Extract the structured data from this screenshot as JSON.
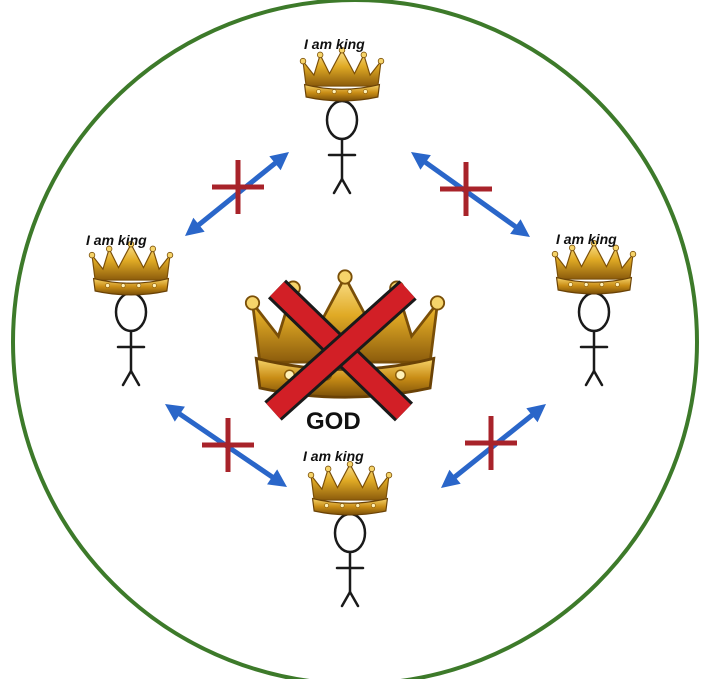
{
  "colors": {
    "circle": "#3d7a2a",
    "arrow": "#2a66c9",
    "cross_small": "#a8232a",
    "cross_big": "#d21f26",
    "crown_gold": "#d9a21b",
    "crown_light": "#f5d46a",
    "crown_dark": "#9a6a10",
    "figure": "#1a1a1a"
  },
  "kings": [
    {
      "position": "top",
      "label": "I am king"
    },
    {
      "position": "left",
      "label": "I am king"
    },
    {
      "position": "right",
      "label": "I am king"
    },
    {
      "position": "bottom",
      "label": "I am king"
    }
  ],
  "center": {
    "label": "GOD",
    "icon": "crown-icon",
    "crossed_out": true
  },
  "relations": [
    {
      "between": [
        "top",
        "left"
      ],
      "icon": "double-arrow-icon",
      "crossed_out": true
    },
    {
      "between": [
        "top",
        "right"
      ],
      "icon": "double-arrow-icon",
      "crossed_out": true
    },
    {
      "between": [
        "left",
        "bottom"
      ],
      "icon": "double-arrow-icon",
      "crossed_out": true
    },
    {
      "between": [
        "right",
        "bottom"
      ],
      "icon": "double-arrow-icon",
      "crossed_out": true
    }
  ]
}
